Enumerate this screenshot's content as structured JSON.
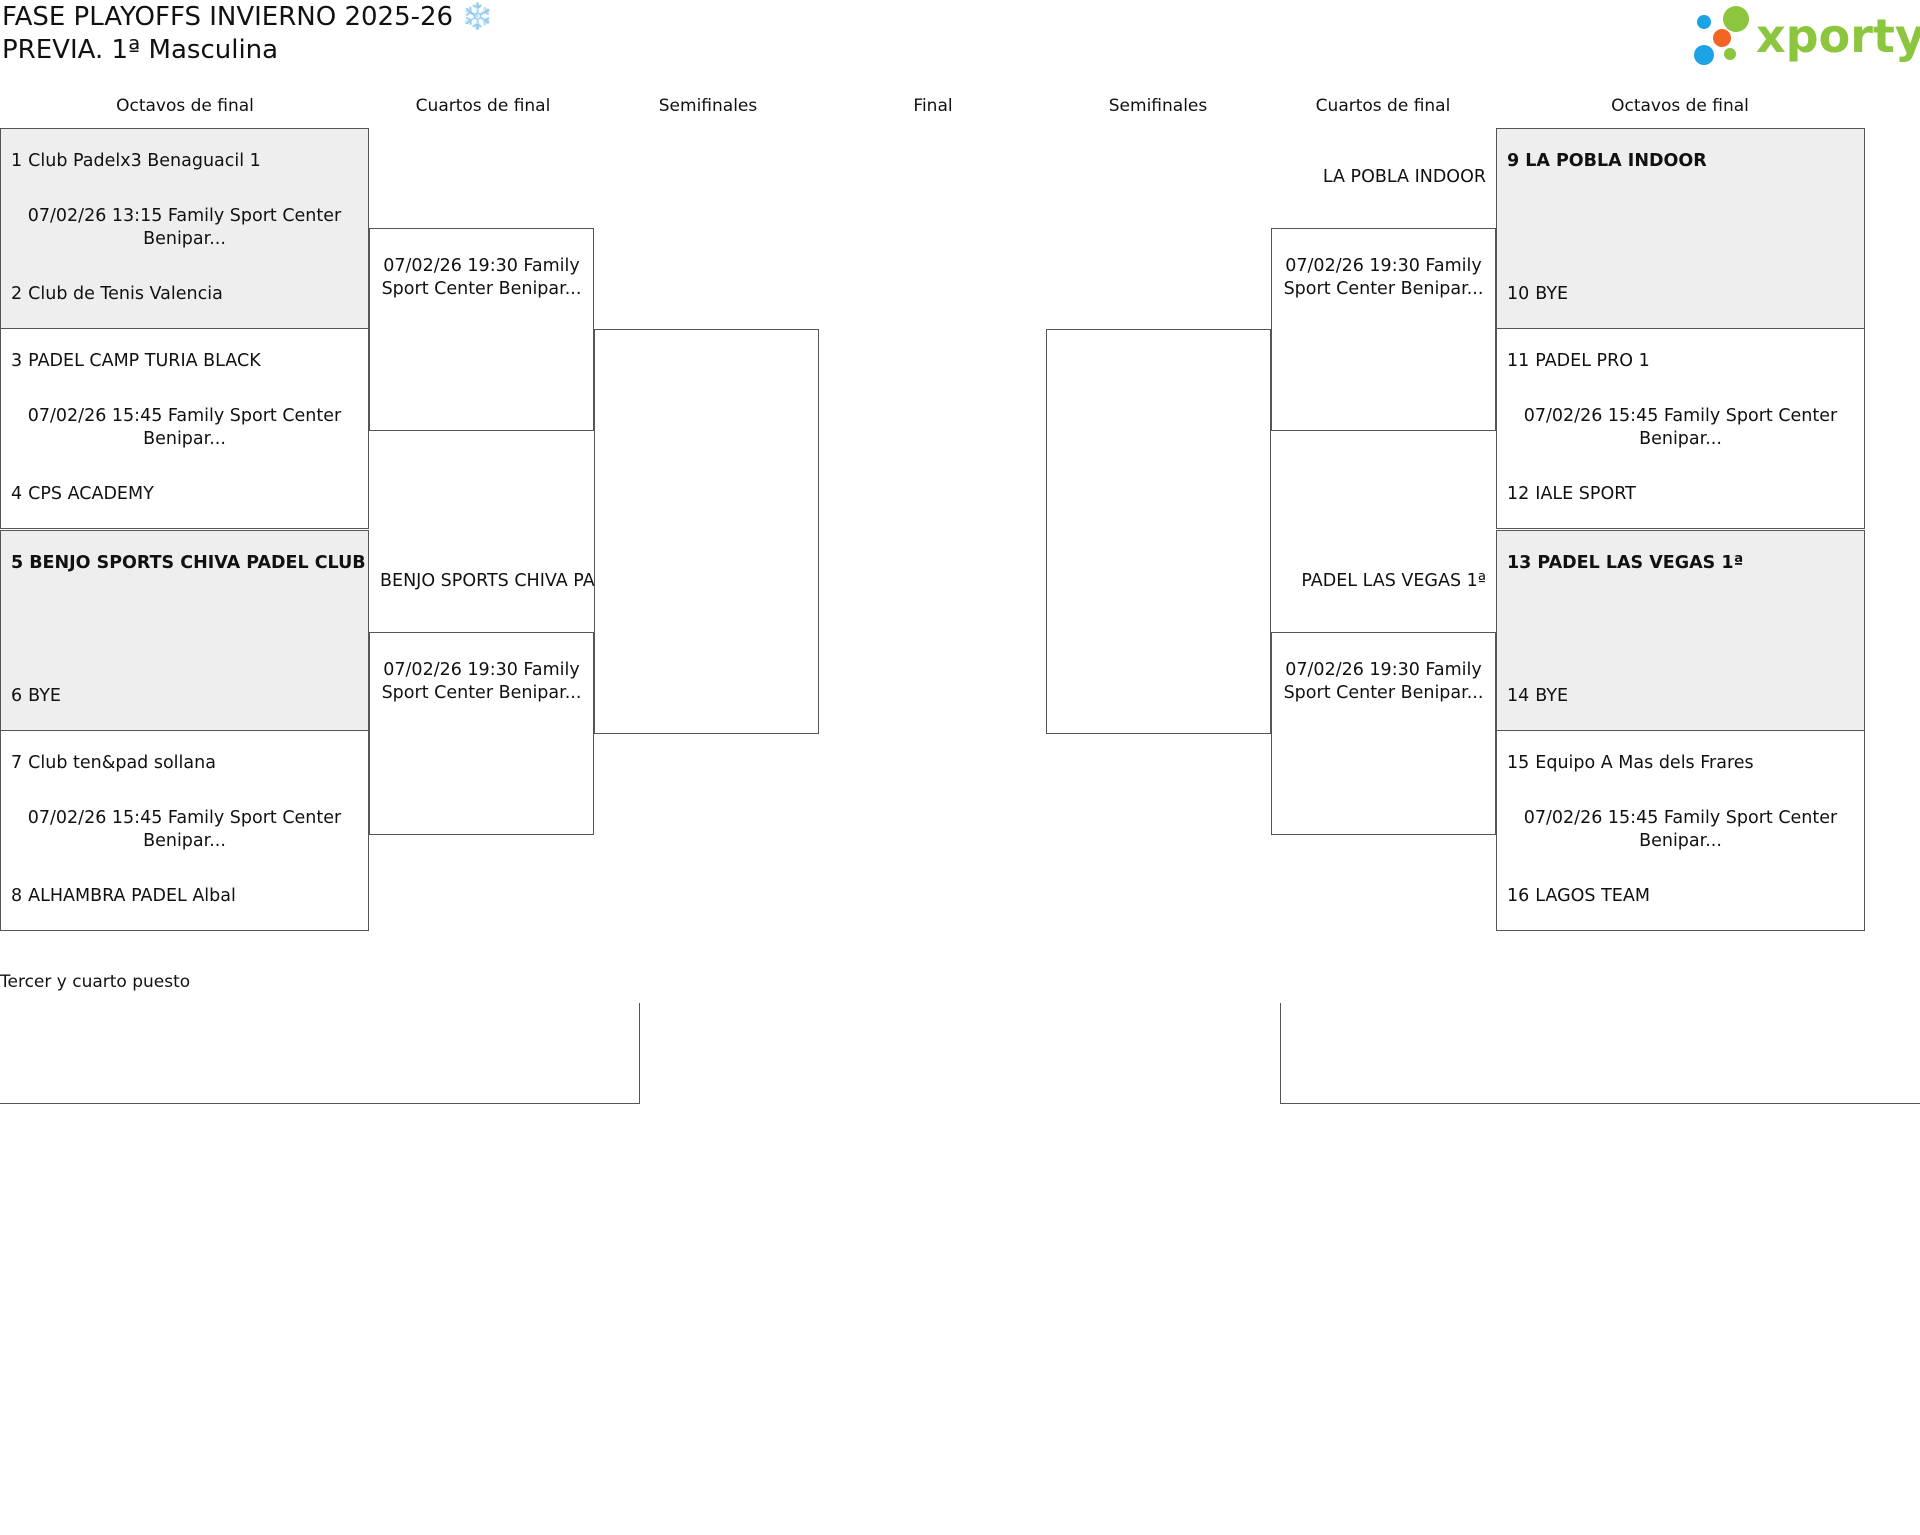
{
  "header": {
    "title_line1": "FASE PLAYOFFS INVIERNO 2025-26 ❄️",
    "title_line2": "PREVIA. 1ª Masculina"
  },
  "logo": {
    "text": "xporty",
    "colors": {
      "green": "#8CC63F",
      "orange": "#F26522",
      "blue": "#1CA3E6"
    }
  },
  "rounds": {
    "left_octavos": "Octavos de final",
    "left_cuartos": "Cuartos de final",
    "left_semis": "Semifinales",
    "final": "Final",
    "right_semis": "Semifinales",
    "right_cuartos": "Cuartos de final",
    "right_octavos": "Octavos de final"
  },
  "octavos_left": [
    {
      "top_num": "1",
      "top_team": "Club Padelx3 Benaguacil 1",
      "time": "07/02/26 13:15 Family Sport Center Benipar...",
      "bot_num": "2",
      "bot_team": "Club de Tenis Valencia"
    },
    {
      "top_num": "3",
      "top_team": "PADEL CAMP TURIA BLACK",
      "time": "07/02/26 15:45 Family Sport Center Benipar...",
      "bot_num": "4",
      "bot_team": "CPS ACADEMY"
    },
    {
      "top_num": "5",
      "top_team": "BENJO SPORTS CHIVA PADEL CLUB",
      "time": "",
      "bot_num": "6",
      "bot_team": "BYE"
    },
    {
      "top_num": "7",
      "top_team": "Club ten&pad sollana",
      "time": "07/02/26 15:45 Family Sport Center Benipar...",
      "bot_num": "8",
      "bot_team": "ALHAMBRA PADEL Albal"
    }
  ],
  "octavos_right": [
    {
      "top_num": "9",
      "top_team": "LA POBLA INDOOR",
      "time": "",
      "bot_num": "10",
      "bot_team": "BYE"
    },
    {
      "top_num": "11",
      "top_team": "PADEL PRO 1",
      "time": "07/02/26 15:45 Family Sport Center Benipar...",
      "bot_num": "12",
      "bot_team": "IALE SPORT"
    },
    {
      "top_num": "13",
      "top_team": "PADEL LAS VEGAS 1ª",
      "time": "",
      "bot_num": "14",
      "bot_team": "BYE"
    },
    {
      "top_num": "15",
      "top_team": "Equipo A Mas dels Frares",
      "time": "07/02/26 15:45 Family Sport Center Benipar...",
      "bot_num": "16",
      "bot_team": "LAGOS TEAM"
    }
  ],
  "cuartos_left": [
    {
      "time": "07/02/26 19:30 Family Sport Center Benipar...",
      "advanced": ""
    },
    {
      "time": "07/02/26 19:30 Family Sport Center Benipar...",
      "advanced": "BENJO SPORTS CHIVA PADEL CLUB"
    }
  ],
  "cuartos_right": [
    {
      "time": "07/02/26 19:30 Family Sport Center Benipar...",
      "advanced": "LA POBLA INDOOR"
    },
    {
      "time": "07/02/26 19:30 Family Sport Center Benipar...",
      "advanced": "PADEL LAS VEGAS 1ª"
    }
  ],
  "third_place": {
    "label": "Tercer y cuarto puesto"
  }
}
